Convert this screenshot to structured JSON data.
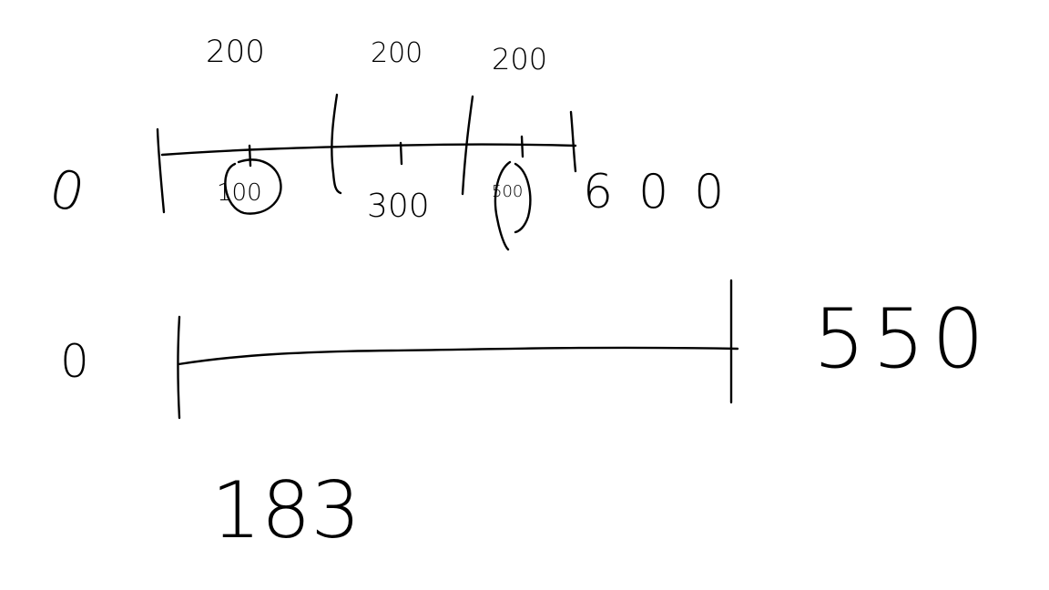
{
  "canvas": {
    "background": "#ffffff",
    "ink_color": "#000000"
  },
  "top_number_line": {
    "start_label": "0",
    "end_label": "600",
    "upper_labels": [
      "200",
      "200",
      "200"
    ],
    "lower_labels": [
      "100",
      "300",
      "500"
    ]
  },
  "bottom_number_line": {
    "start_label": "0",
    "end_label": "550"
  },
  "answer": {
    "value": "183"
  }
}
